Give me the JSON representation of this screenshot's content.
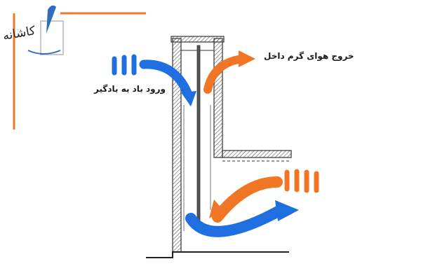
{
  "logo": {
    "text": "کاشانه"
  },
  "labels": {
    "wind_in": "ورود باد به بادگیر",
    "hot_air_out": "خروج هوای گرم داخل"
  },
  "colors": {
    "cool_air": "#1f6fe0",
    "warm_air": "#f07524",
    "accent_line": "#ec7a2e",
    "wall_hatch": "#555555"
  }
}
